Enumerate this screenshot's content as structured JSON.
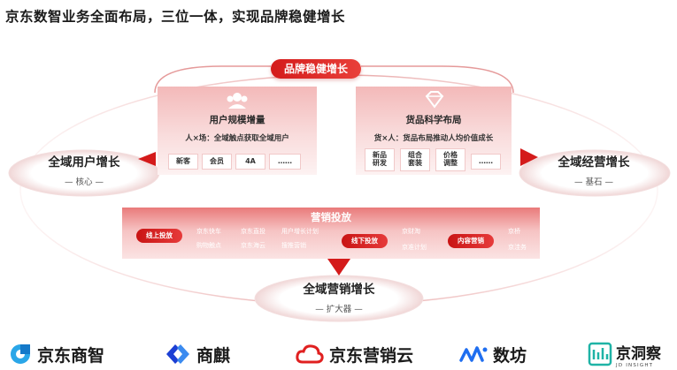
{
  "title": "京东数智业务全面布局，三位一体，实现品牌稳健增长",
  "top_pill": "品牌稳健增长",
  "user_panel": {
    "heading": "用户规模增量",
    "desc": "人×场：全域触点获取全域用户",
    "chips": [
      "新客",
      "会员",
      "4A",
      "……"
    ]
  },
  "goods_panel": {
    "heading": "货品科学布局",
    "desc": "货×人：货品布局推动人均价值成长",
    "chips": [
      "新品\n研发",
      "组合\n套装",
      "价格\n调整",
      "……"
    ]
  },
  "left_side": {
    "main": "全域用户增长",
    "sub": "—  核心  —"
  },
  "right_side": {
    "main": "全域经营增长",
    "sub": "—  基石  —"
  },
  "bottom_center": {
    "main": "全域营销增长",
    "sub": "—  扩大器  —"
  },
  "marketing": {
    "title": "营销投放",
    "pills": [
      "线上投放",
      "线下投放",
      "内容营销"
    ],
    "texts": [
      "京东快车",
      "京东直投",
      "用户增长计划",
      "京财淘",
      "京桥",
      "购物触点",
      "京东海云",
      "搜推营销",
      "京准计划",
      "京洼务"
    ]
  },
  "logos": [
    {
      "name": "京东商智"
    },
    {
      "name": "商麒"
    },
    {
      "name": "京东营销云"
    },
    {
      "name": "数坊"
    },
    {
      "name": "京洞察",
      "sub": "JD INSIGHT"
    }
  ],
  "colors": {
    "accent": "#d41b1b",
    "light": "#f9dcdc"
  }
}
